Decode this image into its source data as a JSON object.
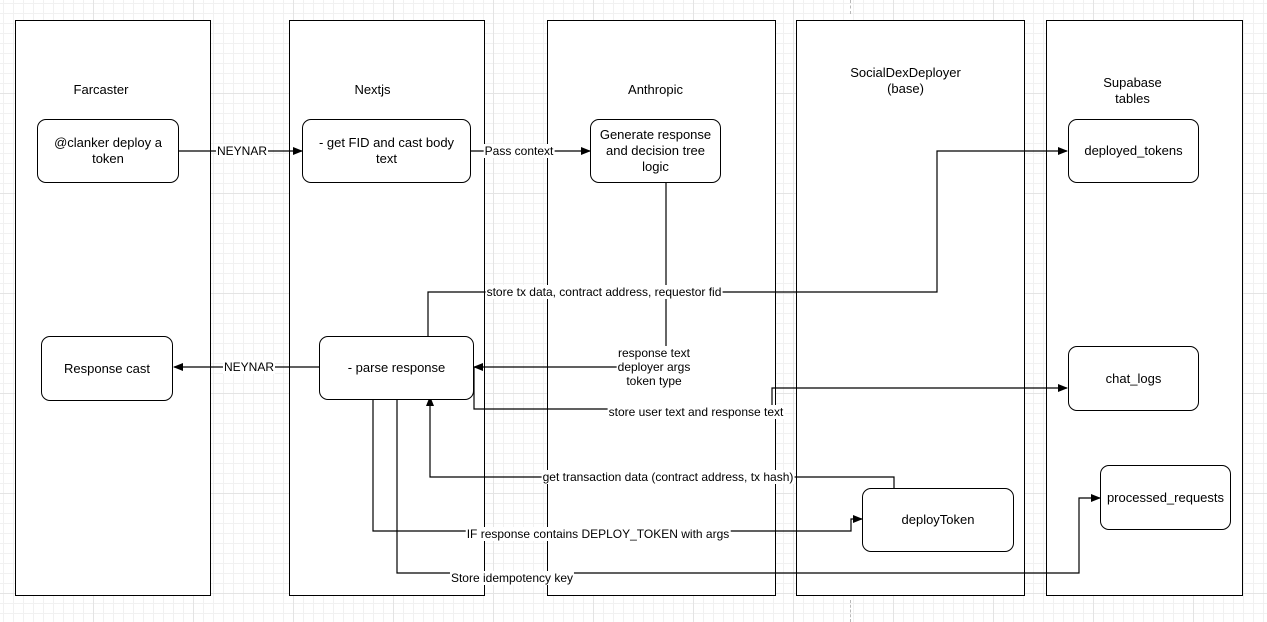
{
  "lanes": {
    "farcaster": "Farcaster",
    "nextjs": "Nextjs",
    "anthropic": "Anthropic",
    "deployer": "SocialDexDeployer\n(base)",
    "supabase": "Supabase\ntables"
  },
  "nodes": {
    "clanker_deploy": "@clanker deploy a token",
    "get_fid": "- get FID and cast body text",
    "generate_response": "Generate response and decision tree logic",
    "deployed_tokens": "deployed_tokens",
    "response_cast": "Response cast",
    "parse_response": "- parse response",
    "chat_logs": "chat_logs",
    "deploy_token": "deployToken",
    "processed_requests": "processed_requests"
  },
  "edges": {
    "neynar_in": "NEYNAR",
    "pass_context": "Pass context",
    "store_tx": "store tx data, contract address, requestor fid",
    "response_args": "response text\ndeployer args\ntoken type",
    "neynar_out": "NEYNAR",
    "store_user_text": "store user text and response text",
    "get_tx_data": "get transaction data (contract address, tx hash)",
    "if_deploy": "IF response contains DEPLOY_TOKEN with args",
    "store_idempotency": "Store idempotency key"
  },
  "colors": {
    "stroke": "#000000",
    "grid": "#e4e4e4",
    "background": "#ffffff"
  }
}
